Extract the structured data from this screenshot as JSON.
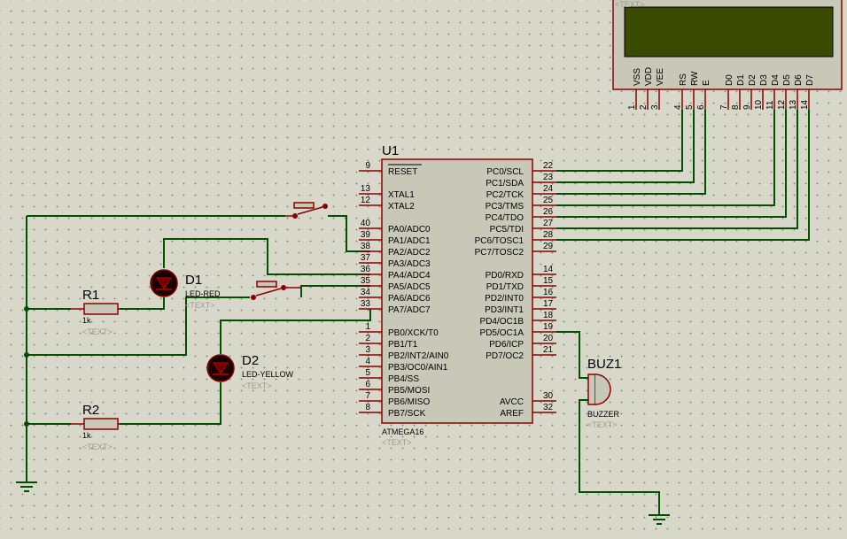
{
  "text_placeholder": "<TEXT>",
  "mcu": {
    "ref": "U1",
    "type": "ATMEGA16",
    "left_pins": [
      {
        "num": "9",
        "name": "RESET"
      },
      {
        "num": "13",
        "name": "XTAL1"
      },
      {
        "num": "12",
        "name": "XTAL2"
      },
      {
        "num": "40",
        "name": "PA0/ADC0"
      },
      {
        "num": "39",
        "name": "PA1/ADC1"
      },
      {
        "num": "38",
        "name": "PA2/ADC2"
      },
      {
        "num": "37",
        "name": "PA3/ADC3"
      },
      {
        "num": "36",
        "name": "PA4/ADC4"
      },
      {
        "num": "35",
        "name": "PA5/ADC5"
      },
      {
        "num": "34",
        "name": "PA6/ADC6"
      },
      {
        "num": "33",
        "name": "PA7/ADC7"
      },
      {
        "num": "1",
        "name": "PB0/XCK/T0"
      },
      {
        "num": "2",
        "name": "PB1/T1"
      },
      {
        "num": "3",
        "name": "PB2/INT2/AIN0"
      },
      {
        "num": "4",
        "name": "PB3/OC0/AIN1"
      },
      {
        "num": "5",
        "name": "PB4/SS"
      },
      {
        "num": "6",
        "name": "PB5/MOSI"
      },
      {
        "num": "7",
        "name": "PB6/MISO"
      },
      {
        "num": "8",
        "name": "PB7/SCK"
      }
    ],
    "right_pins": [
      {
        "num": "22",
        "name": "PC0/SCL"
      },
      {
        "num": "23",
        "name": "PC1/SDA"
      },
      {
        "num": "24",
        "name": "PC2/TCK"
      },
      {
        "num": "25",
        "name": "PC3/TMS"
      },
      {
        "num": "26",
        "name": "PC4/TDO"
      },
      {
        "num": "27",
        "name": "PC5/TDI"
      },
      {
        "num": "28",
        "name": "PC6/TOSC1"
      },
      {
        "num": "29",
        "name": "PC7/TOSC2"
      },
      {
        "num": "14",
        "name": "PD0/RXD"
      },
      {
        "num": "15",
        "name": "PD1/TXD"
      },
      {
        "num": "16",
        "name": "PD2/INT0"
      },
      {
        "num": "17",
        "name": "PD3/INT1"
      },
      {
        "num": "18",
        "name": "PD4/OC1B"
      },
      {
        "num": "19",
        "name": "PD5/OC1A"
      },
      {
        "num": "20",
        "name": "PD6/ICP"
      },
      {
        "num": "21",
        "name": "PD7/OC2"
      },
      {
        "num": "30",
        "name": "AVCC"
      },
      {
        "num": "32",
        "name": "AREF"
      }
    ]
  },
  "lcd": {
    "pins": [
      {
        "num": "1",
        "name": "VSS"
      },
      {
        "num": "2",
        "name": "VDD"
      },
      {
        "num": "3",
        "name": "VEE"
      },
      {
        "num": "4",
        "name": "RS"
      },
      {
        "num": "5",
        "name": "RW"
      },
      {
        "num": "6",
        "name": "E"
      },
      {
        "num": "7",
        "name": "D0"
      },
      {
        "num": "8",
        "name": "D1"
      },
      {
        "num": "9",
        "name": "D2"
      },
      {
        "num": "10",
        "name": "D3"
      },
      {
        "num": "11",
        "name": "D4"
      },
      {
        "num": "12",
        "name": "D5"
      },
      {
        "num": "13",
        "name": "D6"
      },
      {
        "num": "14",
        "name": "D7"
      }
    ]
  },
  "r1": {
    "ref": "R1",
    "value": "1k"
  },
  "r2": {
    "ref": "R2",
    "value": "1k"
  },
  "d1": {
    "ref": "D1",
    "value": "LED-RED"
  },
  "d2": {
    "ref": "D2",
    "value": "LED-YELLOW"
  },
  "buzzer": {
    "ref": "BUZ1",
    "value": "BUZZER"
  },
  "colors": {
    "wire": "#005000",
    "component": "#8b0000",
    "background": "#d8d8ca",
    "lcd_screen": "#3a4a00"
  }
}
